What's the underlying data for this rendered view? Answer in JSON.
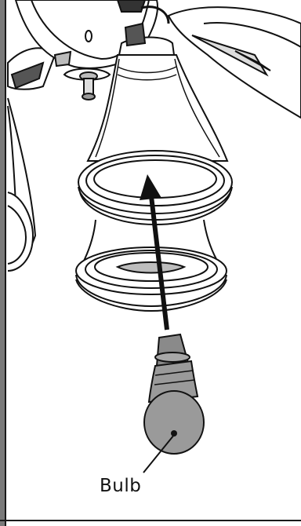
{
  "diagram": {
    "callouts": {
      "bulb": "Bulb"
    },
    "parts": [
      "fan-motor-housing",
      "fan-blade-left",
      "fan-blade-right",
      "glass-shade-front",
      "glass-shade-rear",
      "glass-shade-left",
      "light-bulb",
      "insertion-arrow"
    ]
  }
}
